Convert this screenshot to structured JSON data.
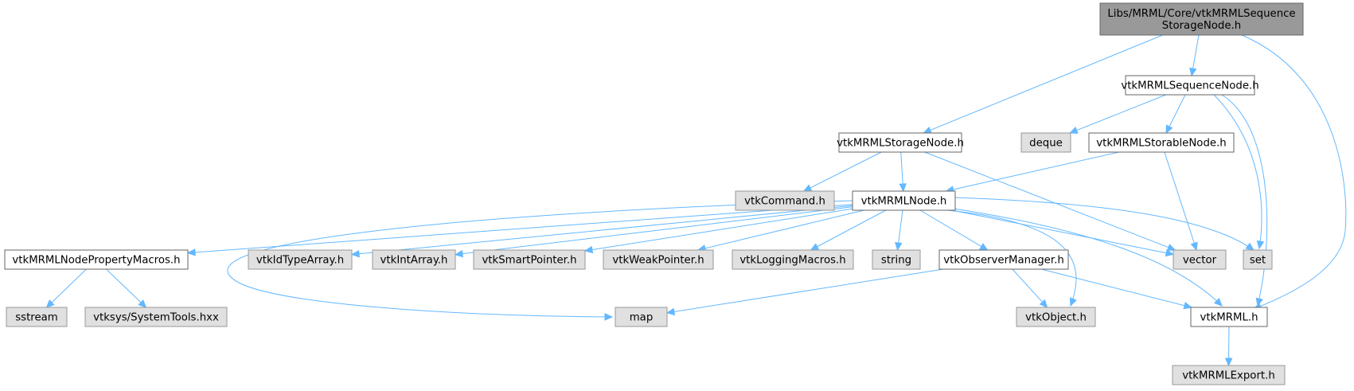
{
  "graph": {
    "edge_color": "#63b8ff",
    "nodes": {
      "root": {
        "lines": [
          "Libs/MRML/Core/vtkMRMLSequence",
          "StorageNode.h"
        ],
        "kind": "root"
      },
      "seqnode": {
        "lines": [
          "vtkMRMLSequenceNode.h"
        ],
        "kind": "doc"
      },
      "storage": {
        "lines": [
          "vtkMRMLStorageNode.h"
        ],
        "kind": "doc"
      },
      "deque": {
        "lines": [
          "deque"
        ],
        "kind": "ext"
      },
      "storable": {
        "lines": [
          "vtkMRMLStorableNode.h"
        ],
        "kind": "doc"
      },
      "command": {
        "lines": [
          "vtkCommand.h"
        ],
        "kind": "ext"
      },
      "mrmlnode": {
        "lines": [
          "vtkMRMLNode.h"
        ],
        "kind": "doc"
      },
      "macros": {
        "lines": [
          "vtkMRMLNodePropertyMacros.h"
        ],
        "kind": "doc"
      },
      "idtype": {
        "lines": [
          "vtkIdTypeArray.h"
        ],
        "kind": "ext"
      },
      "intarray": {
        "lines": [
          "vtkIntArray.h"
        ],
        "kind": "ext"
      },
      "smartptr": {
        "lines": [
          "vtkSmartPointer.h"
        ],
        "kind": "ext"
      },
      "weakptr": {
        "lines": [
          "vtkWeakPointer.h"
        ],
        "kind": "ext"
      },
      "logging": {
        "lines": [
          "vtkLoggingMacros.h"
        ],
        "kind": "ext"
      },
      "string": {
        "lines": [
          "string"
        ],
        "kind": "ext"
      },
      "observer": {
        "lines": [
          "vtkObserverManager.h"
        ],
        "kind": "doc"
      },
      "vector": {
        "lines": [
          "vector"
        ],
        "kind": "ext"
      },
      "set": {
        "lines": [
          "set"
        ],
        "kind": "ext"
      },
      "sstream": {
        "lines": [
          "sstream"
        ],
        "kind": "ext"
      },
      "systools": {
        "lines": [
          "vtksys/SystemTools.hxx"
        ],
        "kind": "ext"
      },
      "map": {
        "lines": [
          "map"
        ],
        "kind": "ext"
      },
      "object": {
        "lines": [
          "vtkObject.h"
        ],
        "kind": "ext"
      },
      "mrml": {
        "lines": [
          "vtkMRML.h"
        ],
        "kind": "doc"
      },
      "export": {
        "lines": [
          "vtkMRMLExport.h"
        ],
        "kind": "ext"
      }
    },
    "edges": [
      [
        "root",
        "seqnode"
      ],
      [
        "root",
        "storage"
      ],
      [
        "root",
        "mrml"
      ],
      [
        "seqnode",
        "deque"
      ],
      [
        "seqnode",
        "storable"
      ],
      [
        "seqnode",
        "set"
      ],
      [
        "seqnode",
        "mrml"
      ],
      [
        "storage",
        "command"
      ],
      [
        "storage",
        "mrmlnode"
      ],
      [
        "storage",
        "vector"
      ],
      [
        "storable",
        "mrmlnode"
      ],
      [
        "storable",
        "vector"
      ],
      [
        "mrmlnode",
        "macros"
      ],
      [
        "mrmlnode",
        "idtype"
      ],
      [
        "mrmlnode",
        "intarray"
      ],
      [
        "mrmlnode",
        "smartptr"
      ],
      [
        "mrmlnode",
        "weakptr"
      ],
      [
        "mrmlnode",
        "logging"
      ],
      [
        "mrmlnode",
        "string"
      ],
      [
        "mrmlnode",
        "observer"
      ],
      [
        "mrmlnode",
        "vector"
      ],
      [
        "mrmlnode",
        "set"
      ],
      [
        "mrmlnode",
        "map"
      ],
      [
        "mrmlnode",
        "object"
      ],
      [
        "mrmlnode",
        "mrml"
      ],
      [
        "macros",
        "sstream"
      ],
      [
        "macros",
        "systools"
      ],
      [
        "observer",
        "map"
      ],
      [
        "observer",
        "object"
      ],
      [
        "observer",
        "mrml"
      ],
      [
        "mrml",
        "export"
      ]
    ]
  }
}
